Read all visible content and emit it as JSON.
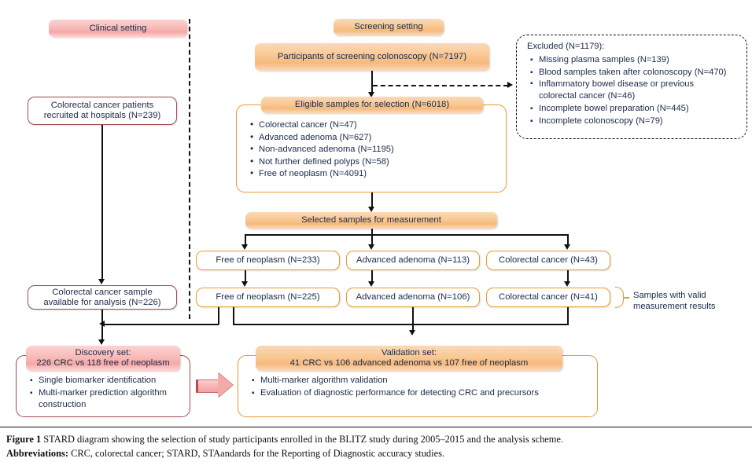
{
  "diagram": {
    "clinical_header": "Clinical setting",
    "screening_header": "Screening setting",
    "clinical_recruit": "Colorectal cancer patients recruited at hospitals (N=239)",
    "participants": "Participants of screening colonoscopy (N=7197)",
    "excluded": {
      "title": "Excluded (N=1179):",
      "items": [
        "Missing plasma samples (N=139)",
        "Blood samples taken after colonoscopy (N=470)",
        "Inflammatory bowel disease or previous colorectal cancer (N=46)",
        "Incomplete bowel preparation (N=445)",
        "Incomplete colonoscopy (N=79)"
      ]
    },
    "eligible_header": "Eligible samples for selection (N=6018)",
    "eligible_items": [
      "Colorectal cancer (N=47)",
      "Advanced adenoma (N=627)",
      "Non-advanced adenoma (N=1195)",
      "Not further defined polyps (N=58)",
      "Free of neoplasm (N=4091)"
    ],
    "selected_header": "Selected samples for measurement",
    "row_selected": [
      "Free of neoplasm (N=233)",
      "Advanced adenoma (N=113)",
      "Colorectal cancer (N=43)"
    ],
    "row_valid": [
      "Free of neoplasm (N=225)",
      "Advanced adenoma (N=106)",
      "Colorectal cancer (N=41)"
    ],
    "brace_label_line1": "Samples with valid",
    "brace_label_line2": "measurement results",
    "clinical_available": "Colorectal cancer sample available for analysis (N=226)",
    "discovery": {
      "header_line1": "Discovery set:",
      "header_line2": "226 CRC vs 118 free of neoplasm",
      "items": [
        "Single biomarker identification",
        "Multi-marker prediction algorithm construction"
      ]
    },
    "validation": {
      "header_line1": "Validation set:",
      "header_line2": "41 CRC vs 106 advanced adenoma vs 107 free of neoplasm",
      "items": [
        "Multi-marker algorithm validation",
        "Evaluation of diagnostic performance for detecting CRC and precursors"
      ]
    }
  },
  "caption": {
    "figure_label": "Figure 1",
    "figure_text": "STARD diagram showing the selection of study participants enrolled in the BLITZ study during 2005–2015 and the analysis scheme.",
    "abbrev_label": "Abbreviations:",
    "abbrev_text": "CRC, colorectal cancer; STARD, STAandards for the Reporting of Diagnostic accuracy studies."
  },
  "colors": {
    "orange_border": "#e8992f",
    "red_border": "#9e4a4f",
    "orange_fill": "#f9c893",
    "pink_fill": "#f8bbb9",
    "connector": "#111111"
  }
}
